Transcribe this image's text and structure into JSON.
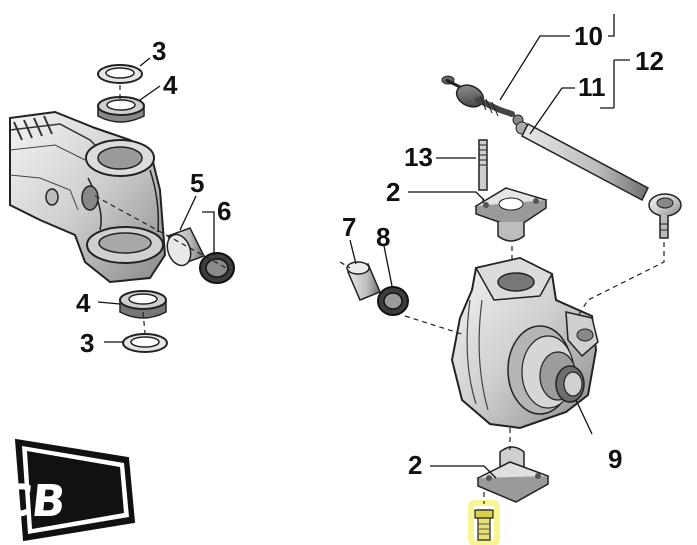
{
  "diagram": {
    "callouts": [
      {
        "id": "c3-top",
        "text": "3"
      },
      {
        "id": "c4-top",
        "text": "4"
      },
      {
        "id": "c5",
        "text": "5"
      },
      {
        "id": "c6",
        "text": "6"
      },
      {
        "id": "c4-bottom",
        "text": "4"
      },
      {
        "id": "c3-bottom",
        "text": "3"
      },
      {
        "id": "c10",
        "text": "10"
      },
      {
        "id": "c11",
        "text": "11"
      },
      {
        "id": "c12",
        "text": "12"
      },
      {
        "id": "c13",
        "text": "13"
      },
      {
        "id": "c2-top",
        "text": "2"
      },
      {
        "id": "c7",
        "text": "7"
      },
      {
        "id": "c8",
        "text": "8"
      },
      {
        "id": "c9",
        "text": "9"
      },
      {
        "id": "c2-bottom",
        "text": "2"
      }
    ],
    "highlighted_part": "bolt",
    "highlight_color": "#f2ea3a",
    "logo_text": "JCB"
  }
}
